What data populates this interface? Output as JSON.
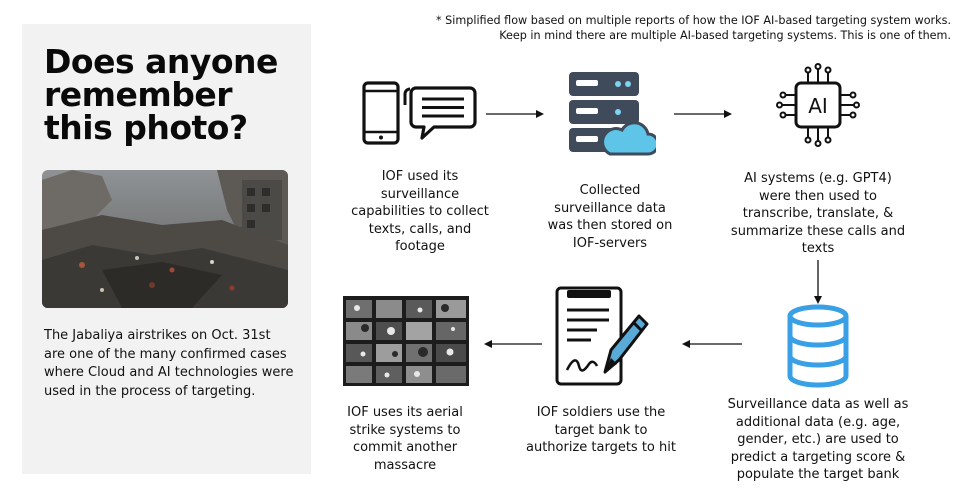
{
  "left_panel": {
    "title": "Does anyone\nremember\nthis photo?",
    "caption": "The Jabaliya airstrikes on Oct. 31st are one of the many confirmed cases where Cloud and AI technologies were used in the process of targeting."
  },
  "footnote": "* Simplified flow based on multiple reports of how the IOF AI-based targeting system works. Keep in mind there are multiple AI-based targeting systems. This is one of them.",
  "steps": {
    "collect": "IOF used its surveillance capabilities to collect texts, calls, and footage",
    "store": "Collected surveillance data was then stored on IOF-servers",
    "ai": "AI systems (e.g. GPT4) were then used to transcribe, translate, & summarize these calls and texts",
    "predict": "Surveillance data as well as additional data (e.g. age, gender, etc.) are used to predict a targeting score & populate the target bank",
    "authorize": "IOF soldiers use the target bank to authorize targets to hit",
    "strike": "IOF uses its aerial strike systems to commit another massacre"
  },
  "icons": {
    "collect": "phone-and-chat-icon",
    "store": "server-cloud-icon",
    "ai": "ai-chip-icon",
    "predict": "database-icon",
    "authorize": "signed-document-icon",
    "strike": "aerial-footage-grid"
  },
  "ai_chip_label": "AI",
  "colors": {
    "panel_bg": "#f2f2f2",
    "server_dark": "#3f4a5a",
    "cloud_blue": "#5ec4e8",
    "database_blue": "#3aa0e6",
    "pen_blue": "#5aaad8",
    "text": "#111111"
  }
}
